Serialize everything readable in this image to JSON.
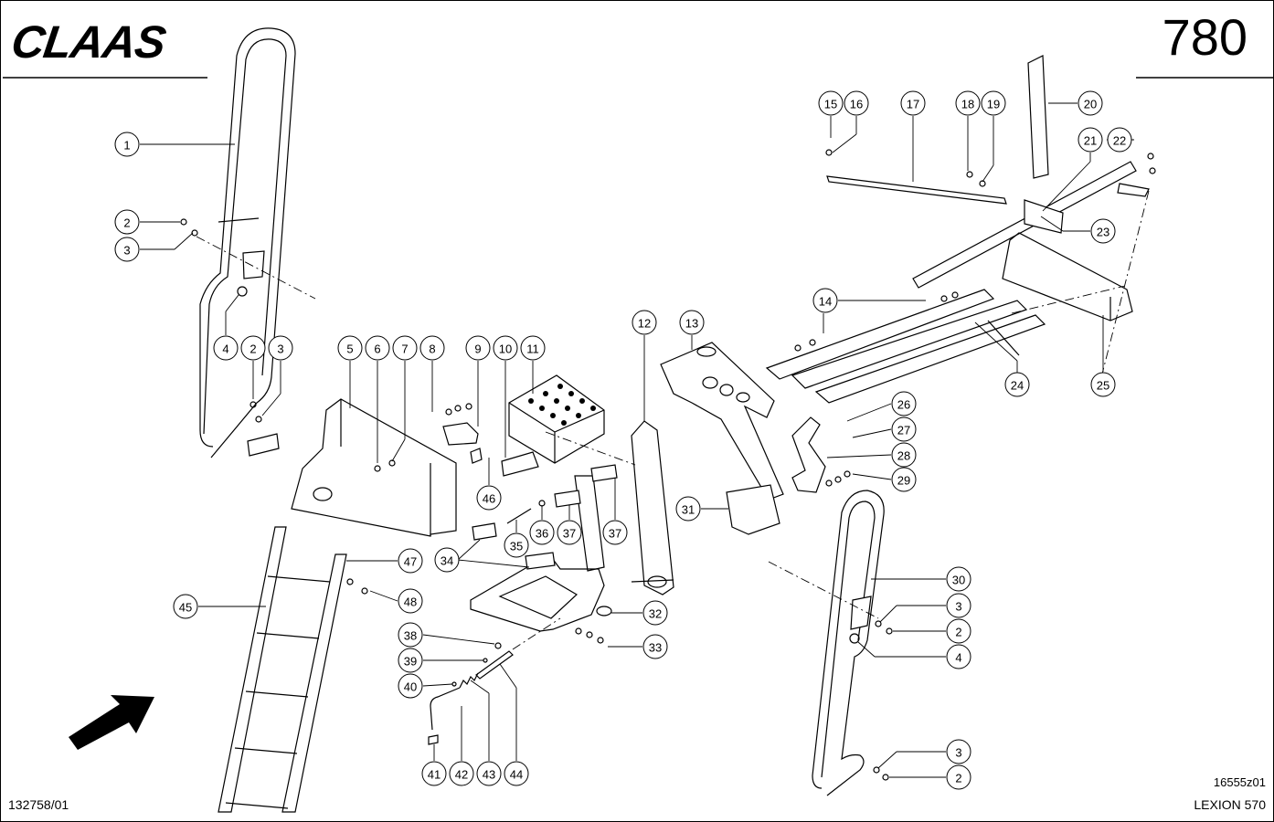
{
  "header": {
    "brand": "CLAAS",
    "page_number": "780"
  },
  "footer": {
    "doc_number": "132758/01",
    "drawing_ref": "16555z01",
    "model": "LEXION 570"
  },
  "callouts": [
    {
      "n": "1"
    },
    {
      "n": "2"
    },
    {
      "n": "3"
    },
    {
      "n": "4"
    },
    {
      "n": "2"
    },
    {
      "n": "3"
    },
    {
      "n": "5"
    },
    {
      "n": "6"
    },
    {
      "n": "7"
    },
    {
      "n": "8"
    },
    {
      "n": "9"
    },
    {
      "n": "10"
    },
    {
      "n": "11"
    },
    {
      "n": "12"
    },
    {
      "n": "13"
    },
    {
      "n": "14"
    },
    {
      "n": "15"
    },
    {
      "n": "16"
    },
    {
      "n": "17"
    },
    {
      "n": "18"
    },
    {
      "n": "19"
    },
    {
      "n": "20"
    },
    {
      "n": "21"
    },
    {
      "n": "22"
    },
    {
      "n": "23"
    },
    {
      "n": "24"
    },
    {
      "n": "25"
    },
    {
      "n": "26"
    },
    {
      "n": "27"
    },
    {
      "n": "28"
    },
    {
      "n": "29"
    },
    {
      "n": "30"
    },
    {
      "n": "3"
    },
    {
      "n": "2"
    },
    {
      "n": "4"
    },
    {
      "n": "3"
    },
    {
      "n": "2"
    },
    {
      "n": "31"
    },
    {
      "n": "32"
    },
    {
      "n": "33"
    },
    {
      "n": "34"
    },
    {
      "n": "35"
    },
    {
      "n": "36"
    },
    {
      "n": "37"
    },
    {
      "n": "37"
    },
    {
      "n": "38"
    },
    {
      "n": "39"
    },
    {
      "n": "40"
    },
    {
      "n": "41"
    },
    {
      "n": "42"
    },
    {
      "n": "43"
    },
    {
      "n": "44"
    },
    {
      "n": "45"
    },
    {
      "n": "46"
    },
    {
      "n": "47"
    },
    {
      "n": "48"
    }
  ]
}
